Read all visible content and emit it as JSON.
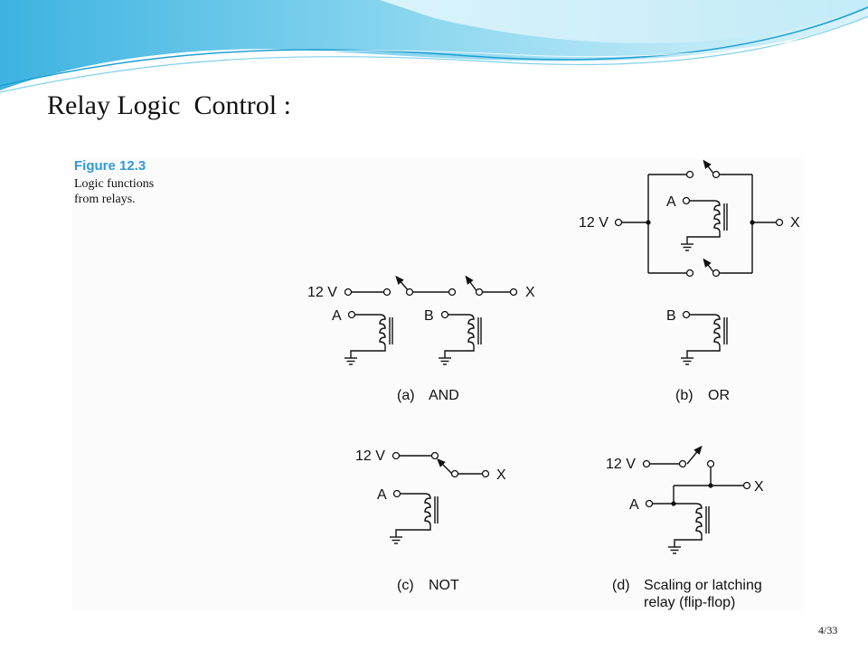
{
  "slide": {
    "title": "Relay Logic  Control :",
    "page_number": "4/33"
  },
  "figure": {
    "label": "Figure 12.3",
    "caption_line1": "Logic functions",
    "caption_line2": "from relays."
  },
  "circuits": {
    "and": {
      "supply": "12 V",
      "output": "X",
      "input_a": "A",
      "input_b": "B",
      "caption_letter": "(a)",
      "caption": "AND"
    },
    "or": {
      "supply": "12 V",
      "output": "X",
      "input_a": "A",
      "input_b": "B",
      "caption_letter": "(b)",
      "caption": "OR"
    },
    "not": {
      "supply": "12 V",
      "output": "X",
      "input_a": "A",
      "caption_letter": "(c)",
      "caption": "NOT"
    },
    "latch": {
      "supply": "12 V",
      "output": "X",
      "input_a": "A",
      "caption_letter": "(d)",
      "caption_line1": "Scaling or latching",
      "caption_line2": "relay (flip-flop)"
    }
  },
  "colors": {
    "figure_label": "#2e9bd6",
    "wave_light": "#a9e3f5",
    "wave_mid": "#5cc4e8",
    "wave_dark": "#1f9fd2"
  }
}
